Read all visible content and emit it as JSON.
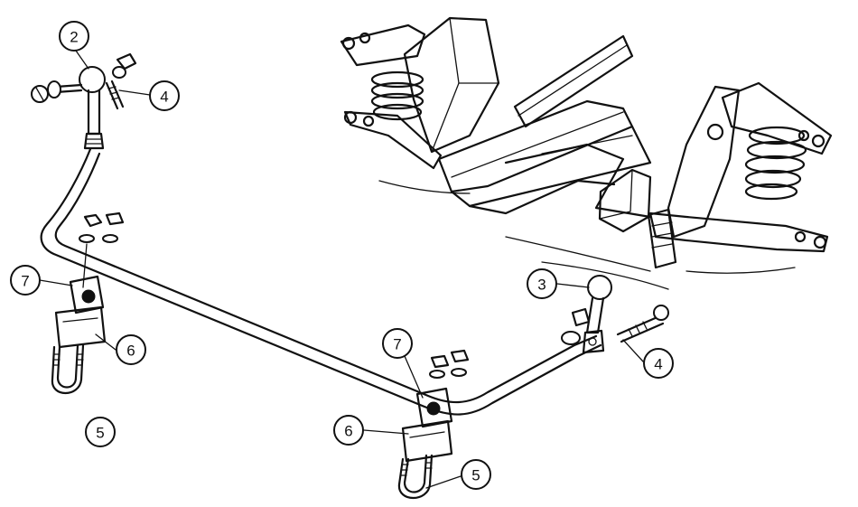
{
  "callouts": [
    {
      "id": "c1",
      "label": "2"
    },
    {
      "id": "c2",
      "label": "4"
    },
    {
      "id": "c3",
      "label": "7"
    },
    {
      "id": "c4",
      "label": "6"
    },
    {
      "id": "c5",
      "label": "5"
    },
    {
      "id": "c6",
      "label": "3"
    },
    {
      "id": "c7",
      "label": "4"
    },
    {
      "id": "c8",
      "label": "7"
    },
    {
      "id": "c9",
      "label": "6"
    },
    {
      "id": "c10",
      "label": "5"
    }
  ]
}
